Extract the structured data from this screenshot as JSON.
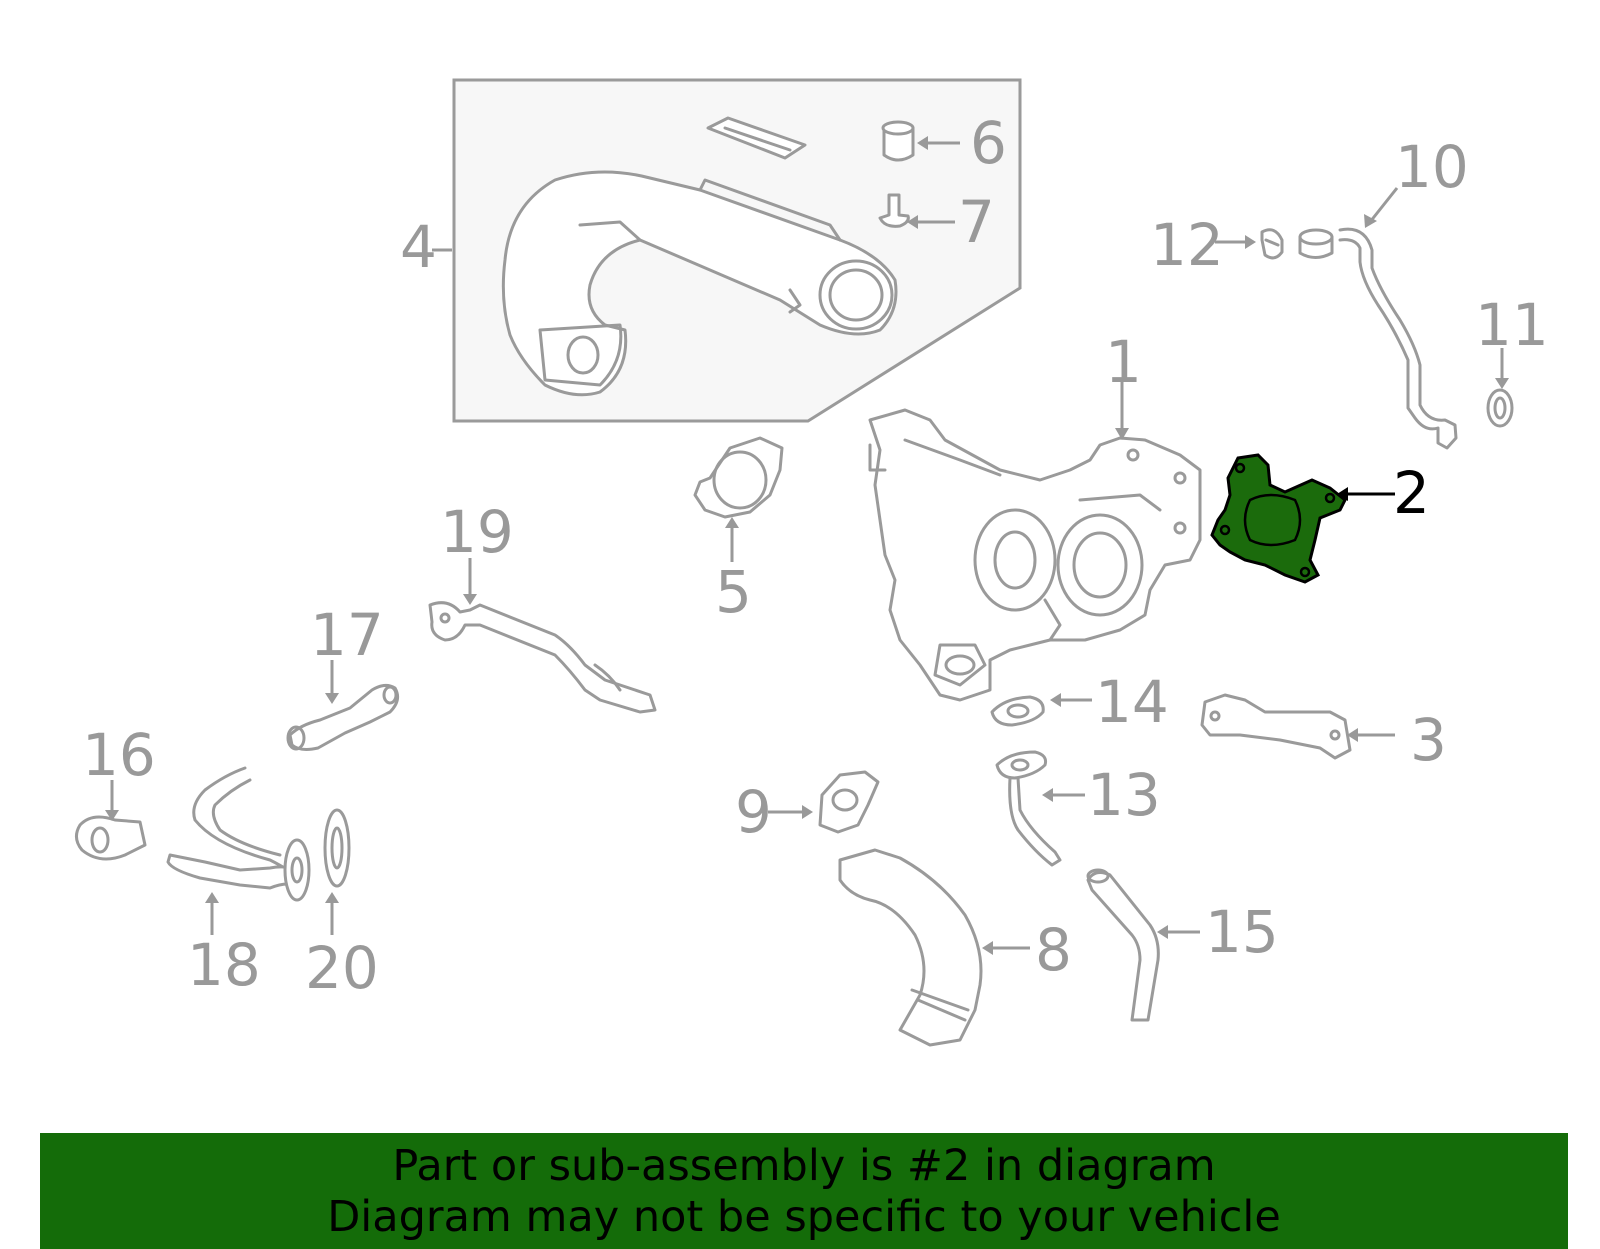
{
  "diagram": {
    "highlight_color": "#1b6b0c",
    "callouts": [
      {
        "id": "1",
        "label": "1"
      },
      {
        "id": "2",
        "label": "2"
      },
      {
        "id": "3",
        "label": "3"
      },
      {
        "id": "4",
        "label": "4"
      },
      {
        "id": "5",
        "label": "5"
      },
      {
        "id": "6",
        "label": "6"
      },
      {
        "id": "7",
        "label": "7"
      },
      {
        "id": "8",
        "label": "8"
      },
      {
        "id": "9",
        "label": "9"
      },
      {
        "id": "10",
        "label": "10"
      },
      {
        "id": "11",
        "label": "11"
      },
      {
        "id": "12",
        "label": "12"
      },
      {
        "id": "13",
        "label": "13"
      },
      {
        "id": "14",
        "label": "14"
      },
      {
        "id": "15",
        "label": "15"
      },
      {
        "id": "16",
        "label": "16"
      },
      {
        "id": "17",
        "label": "17"
      },
      {
        "id": "18",
        "label": "18"
      },
      {
        "id": "19",
        "label": "19"
      },
      {
        "id": "20",
        "label": "20"
      }
    ]
  },
  "banner": {
    "line1": "Part or sub-assembly is #2 in diagram",
    "line2": "Diagram may not be specific to your vehicle",
    "background": "#146c09"
  }
}
